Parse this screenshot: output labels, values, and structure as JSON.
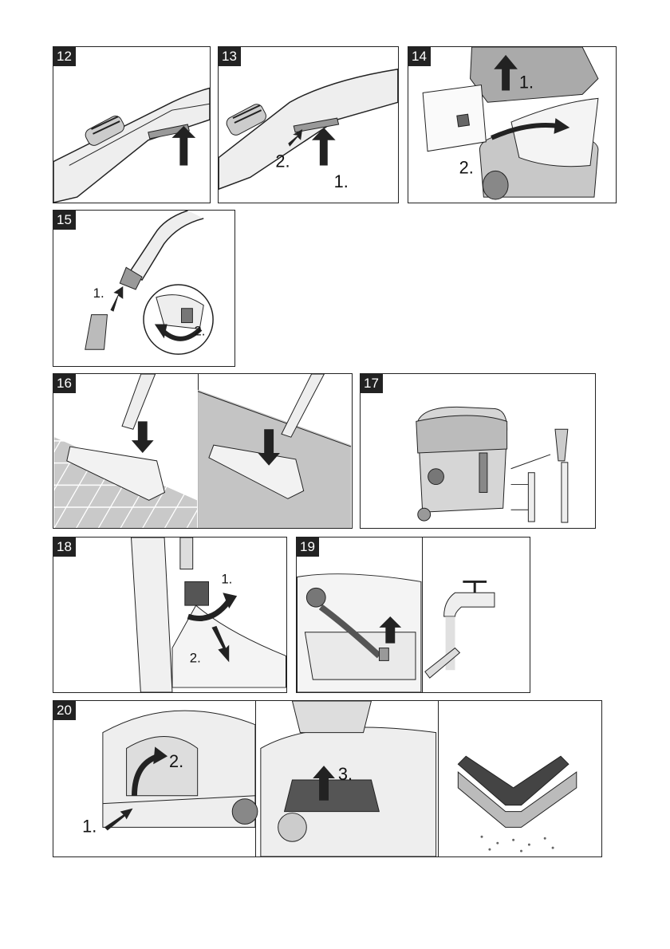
{
  "figures": [
    {
      "number": "12"
    },
    {
      "number": "13",
      "steps": [
        "2.",
        "1."
      ]
    },
    {
      "number": "14",
      "steps": [
        "1.",
        "2."
      ]
    },
    {
      "number": "15",
      "steps": [
        "1.",
        "2."
      ]
    },
    {
      "number": "16"
    },
    {
      "number": "17"
    },
    {
      "number": "18",
      "steps": [
        "1.",
        "2."
      ]
    },
    {
      "number": "19"
    },
    {
      "number": "20",
      "steps": [
        "1.",
        "2.",
        "3."
      ]
    }
  ],
  "colors": {
    "line": "#222222",
    "fill_light": "#e8e8e8",
    "fill_mid": "#bdbdbd",
    "fill_dark": "#555555",
    "floor_grey": "#c4c4c4"
  }
}
